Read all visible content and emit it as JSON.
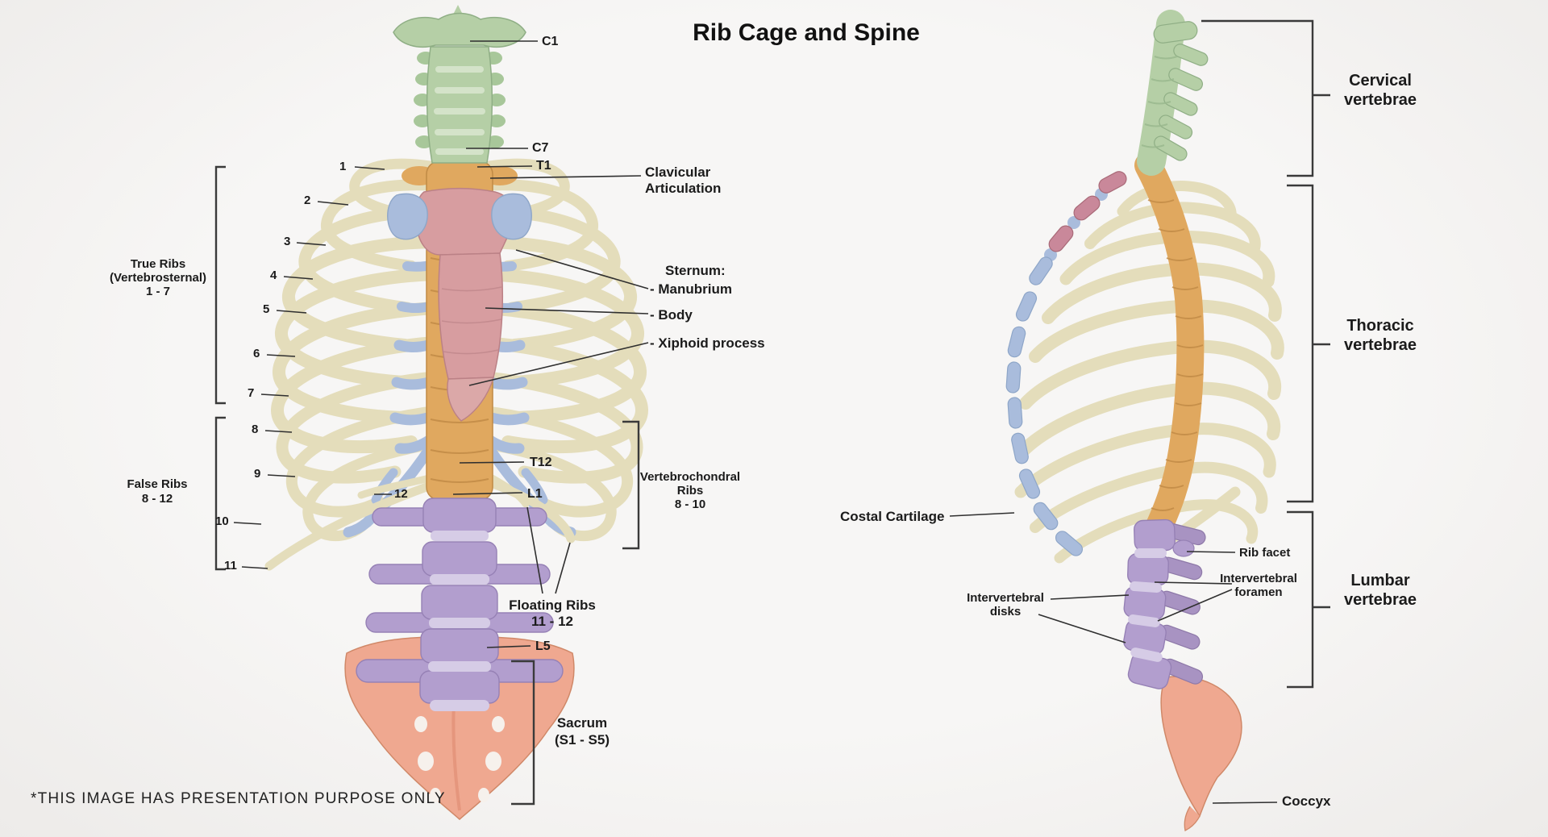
{
  "title": "Rib Cage and Spine",
  "disclaimer": "*THIS IMAGE HAS PRESENTATION PURPOSE ONLY",
  "anterior": {
    "rib_numbers": [
      "1",
      "2",
      "3",
      "4",
      "5",
      "6",
      "7",
      "8",
      "9",
      "10",
      "11"
    ],
    "rib12_label": "12",
    "labels": {
      "c1": "C1",
      "c7": "C7",
      "t1": "T1",
      "t12": "T12",
      "l1": "L1",
      "l5": "L5",
      "clavicular": {
        "line1": "Clavicular",
        "line2": "Articulation"
      },
      "sternum": {
        "heading": "Sternum:",
        "manubrium": "- Manubrium",
        "body": "- Body",
        "xiphoid": "- Xiphoid process"
      },
      "true_ribs": {
        "line1": "True Ribs",
        "line2": "(Vertebrosternal)",
        "line3": "1 - 7"
      },
      "false_ribs": {
        "line1": "False Ribs",
        "line2": "8 - 12"
      },
      "vertebrochondral": {
        "line1": "Vertebrochondral",
        "line2": "Ribs",
        "line3": "8 - 10"
      },
      "floating": {
        "line1": "Floating Ribs",
        "line2": "11 - 12"
      },
      "sacrum": {
        "line1": "Sacrum",
        "line2": "(S1 - S5)"
      }
    }
  },
  "lateral": {
    "labels": {
      "cervical": {
        "line1": "Cervical",
        "line2": "vertebrae"
      },
      "thoracic": {
        "line1": "Thoracic",
        "line2": "vertebrae"
      },
      "lumbar": {
        "line1": "Lumbar",
        "line2": "vertebrae"
      },
      "costal_cartilage": "Costal Cartilage",
      "rib_facet": "Rib facet",
      "intervertebral_foramen": {
        "line1": "Intervertebral",
        "line2": "foramen"
      },
      "intervertebral_disks": {
        "line1": "Intervertebral",
        "line2": "disks"
      },
      "coccyx": "Coccyx"
    }
  },
  "colors": {
    "background": "#f5f4f2",
    "bone_cream": "#e4ddbb",
    "cartilage_blue": "#a9bcdc",
    "sternum_pink": "#d79da0",
    "rib_head_pink": "#c9889a",
    "cervical_green": "#b5cfa6",
    "thoracic_orange": "#e0a85f",
    "lumbar_purple": "#b29ece",
    "sacrum_salmon": "#efa890",
    "leader_line": "#2f2f2f"
  }
}
